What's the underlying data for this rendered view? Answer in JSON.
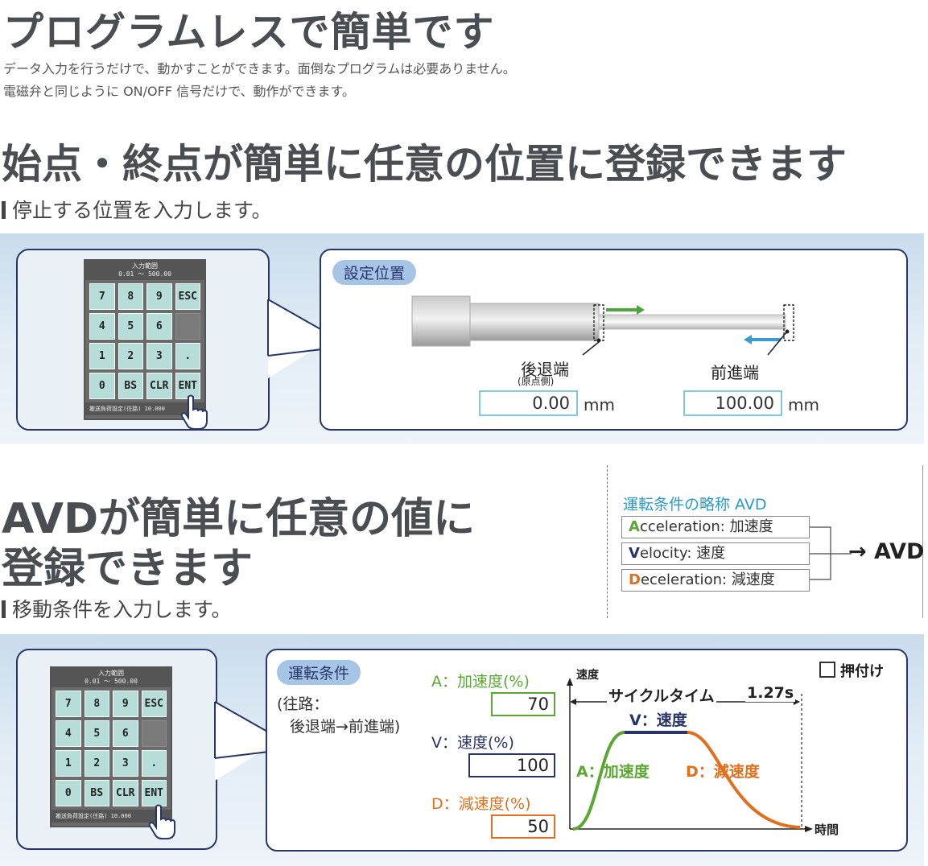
{
  "header": {
    "title": "プログラムレスで簡単です",
    "intro_line1": "データ入力を行うだけで、動かすことができます。面倒なプログラムは必要ありません。",
    "intro_line2": "電磁弁と同じように ON/OFF 信号だけで、動作ができます。"
  },
  "section1": {
    "title": "始点・終点が簡単に任意の位置に登録できます",
    "subtitle": "停止する位置を入力します。",
    "panel_label": "設定位置",
    "rear_label": "後退端",
    "rear_sublabel": "(原点側)",
    "front_label": "前進端",
    "rear_value": "0.00",
    "front_value": "100.00",
    "unit": "mm"
  },
  "keypad": {
    "header_line1": "入力範囲",
    "header_line2": "0.01 ～  500.00",
    "keys": [
      "7",
      "8",
      "9",
      "ESC",
      "4",
      "5",
      "6",
      "",
      "1",
      "2",
      "3",
      ".",
      "0",
      "BS",
      "CLR",
      "ENT"
    ],
    "footer": "搬送負荷設定(往路)  10.000"
  },
  "section2": {
    "title_line1": "AVDが簡単に任意の値に",
    "title_line2": "登録できます",
    "subtitle": "移動条件を入力します。",
    "avd_title": "運転条件の略称 AVD",
    "avd_items": [
      {
        "initial": "A",
        "rest": "cceleration: 加速度",
        "color": "#5aa832"
      },
      {
        "initial": "V",
        "rest": "elocity: 速度",
        "color": "#27356b"
      },
      {
        "initial": "D",
        "rest": "eceleration: 減速度",
        "color": "#e0701e"
      }
    ],
    "avd_result": "→ AVD",
    "panel_label": "運転条件",
    "route_line1": "(往路：",
    "route_line2": "後退端→前進端)",
    "accel_label": "A：加速度(%)",
    "accel_value": "70",
    "speed_label": "V：速度(%)",
    "speed_value": "100",
    "decel_label": "D：減速度(%)",
    "decel_value": "50",
    "checkbox_label": "押付け",
    "graph": {
      "y_label": "速度",
      "x_label": "時間",
      "cycle_label": "サイクルタイム",
      "cycle_value": "1.27s",
      "v_label": "V：速度",
      "a_label": "A：加速度",
      "d_label": "D：減速度"
    }
  },
  "colors": {
    "navy": "#27356b",
    "green": "#5aa832",
    "orange": "#e0701e",
    "cyan": "#2a9ac8"
  }
}
